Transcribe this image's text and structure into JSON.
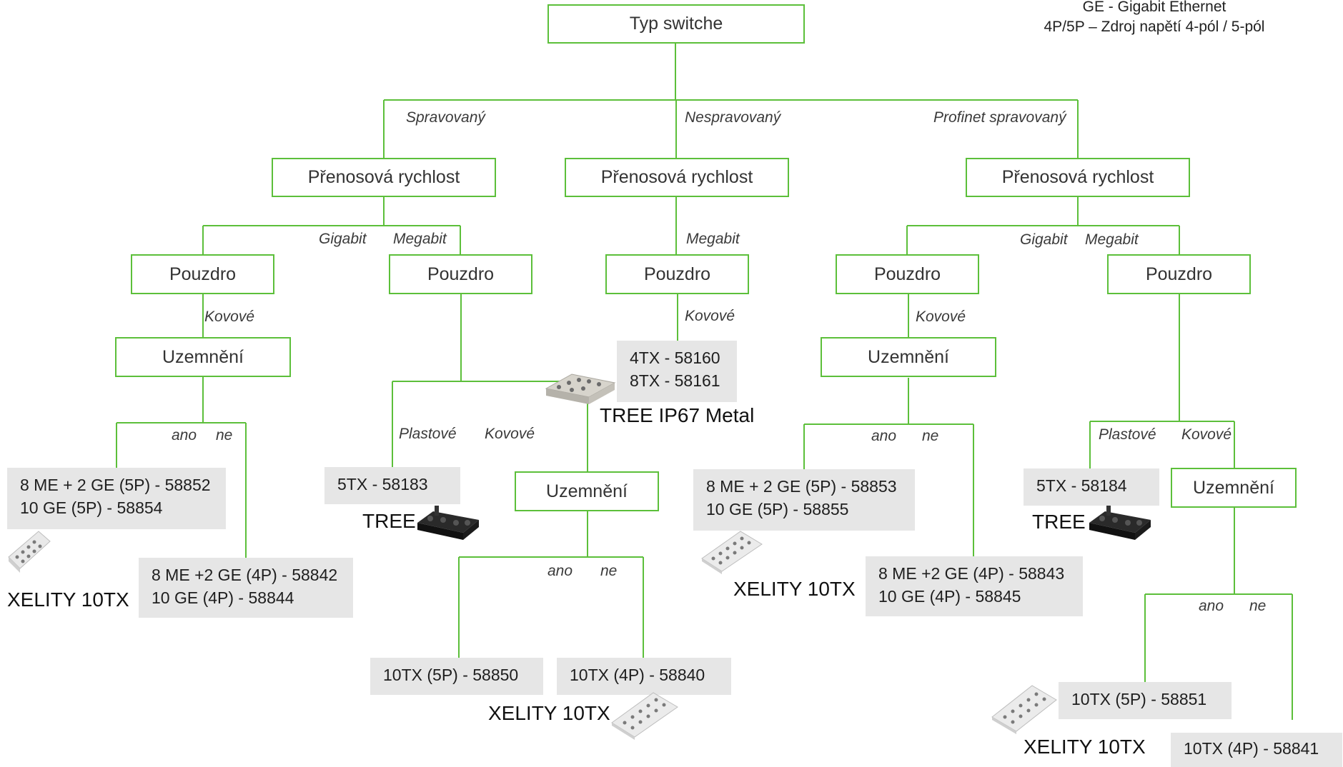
{
  "legend": {
    "line1": "GE - Gigabit Ethernet",
    "line2": "4P/5P – Zdroj napětí 4-pól / 5-pól"
  },
  "root": "Typ switche",
  "branches": {
    "spravovany": "Spravovaný",
    "nespravovany": "Nespravovaný",
    "profinet": "Profinet spravovaný"
  },
  "nodes": {
    "speed": "Přenosová rychlost",
    "housing": "Pouzdro",
    "grounding": "Uzemnění"
  },
  "edges": {
    "gigabit": "Gigabit",
    "megabit": "Megabit",
    "kovove": "Kovové",
    "plastove": "Plastové",
    "ano": "ano",
    "ne": "ne"
  },
  "products": {
    "s_g_ano": [
      "8 ME + 2 GE (5P) - 58852",
      "10 GE (5P) - 58854"
    ],
    "s_g_ne": [
      "8 ME +2 GE (4P) - 58842",
      "10 GE (4P) - 58844"
    ],
    "s_m_plast": [
      "5TX - 58183"
    ],
    "s_m_k_ano": [
      "10TX (5P) - 58850"
    ],
    "s_m_k_ne": [
      "10TX (4P) - 58840"
    ],
    "n_m_k": [
      "4TX - 58160",
      "8TX - 58161"
    ],
    "p_g_ano": [
      "8 ME + 2 GE (5P) - 58853",
      "10 GE (5P) - 58855"
    ],
    "p_g_ne": [
      "8 ME +2 GE (4P) - 58843",
      "10 GE (4P) - 58845"
    ],
    "p_m_plast": [
      "5TX - 58184"
    ],
    "p_m_k_ano": [
      "10TX (5P) - 58851"
    ],
    "p_m_k_ne": [
      "10TX (4P) - 58841"
    ]
  },
  "families": {
    "xelity": "XELITY 10TX",
    "tree": "TREE",
    "tree_metal": "TREE IP67 Metal"
  },
  "colors": {
    "connector": "#5cbf3a",
    "box_border": "#5cbf3a",
    "product_bg": "#e6e6e6"
  },
  "icons": {
    "xelity": "switch-device-icon",
    "tree": "tree-switch-device-icon",
    "tree_metal": "metal-switch-device-icon"
  }
}
